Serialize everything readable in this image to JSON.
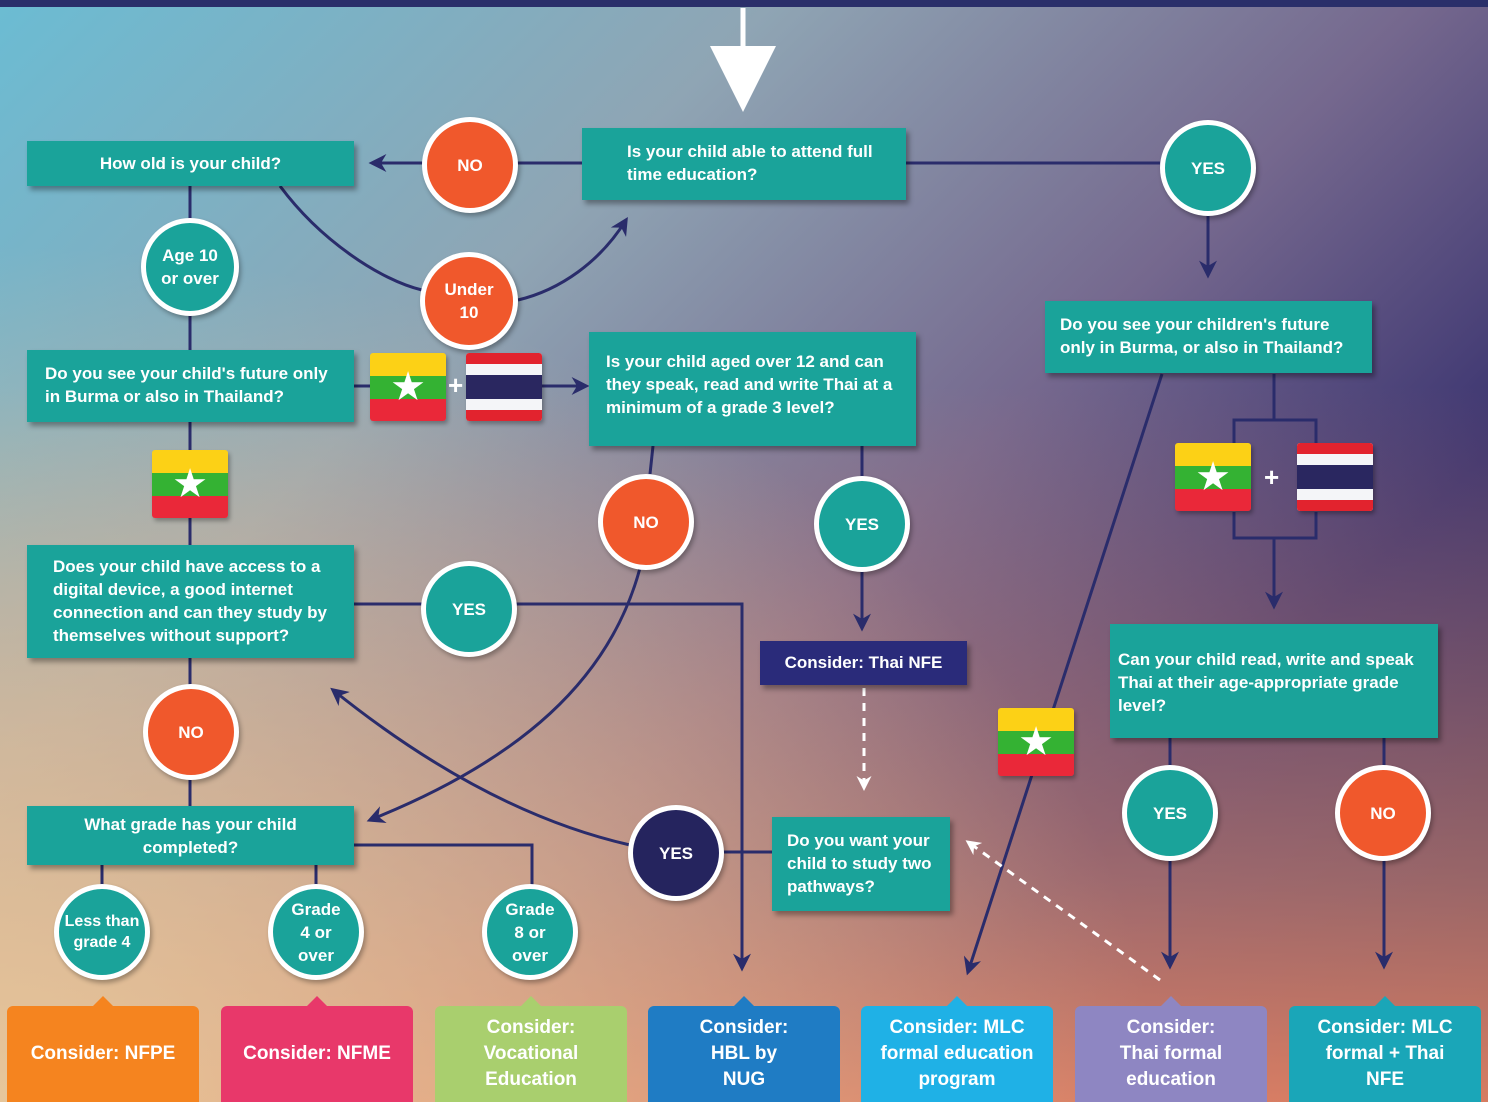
{
  "colors": {
    "teal": "#1aa39a",
    "orange": "#f0582c",
    "navy": "#25245e",
    "connector": "#2a2c6b"
  },
  "questions": {
    "attend_full_time": "Is your child able to attend full time education?",
    "how_old": "How old is your child?",
    "future_children": "Do you see your children's future only in Burma, or also in Thailand?",
    "future_child": "Do you see your child's future only in Burma or also in Thailand?",
    "aged_over_12": "Is your child aged over 12 and can they speak, read and write Thai at a minimum of a grade 3 level?",
    "digital_device": "Does your child have access to a digital device, a good internet connection and can they study by themselves without support?",
    "read_write_thai": "Can your child read, write and speak Thai at their age-appropriate grade level?",
    "grade_completed": "What grade has your child completed?",
    "two_pathways": "Do you want your child to study two pathways?"
  },
  "intermediate": {
    "thai_nfe": "Consider: Thai NFE"
  },
  "answers": {
    "no_attend": "NO",
    "yes_attend": "YES",
    "age_10_over": "Age 10 or over",
    "under_10": "Under 10",
    "no_over12": "NO",
    "yes_over12": "YES",
    "yes_digital": "YES",
    "no_digital": "NO",
    "yes_pathways": "YES",
    "yes_thai": "YES",
    "no_thai": "NO",
    "less_grade4": "Less than grade 4",
    "grade4_over": "Grade 4 or over",
    "grade8_over": "Grade 8 or over"
  },
  "symbols": {
    "plus": "+",
    "flag_star": "★"
  },
  "icons": {
    "burma_flag": "burma-flag-icon",
    "thailand_flag": "thailand-flag-icon"
  },
  "results": [
    {
      "label": "Consider: NFPE",
      "color": "#f5841f"
    },
    {
      "label": "Consider: NFME",
      "color": "#e8386a"
    },
    {
      "label": "Consider: Vocational Education",
      "color": "#a9cf6e"
    },
    {
      "label": "Consider: HBL by NUG",
      "color": "#1f7cc4"
    },
    {
      "label": "Consider: MLC formal education program",
      "color": "#1fb1e6"
    },
    {
      "label": "Consider: Thai formal education",
      "color": "#8e86c2"
    },
    {
      "label": "Consider: MLC formal + Thai NFE",
      "color": "#1aa6b8"
    }
  ]
}
